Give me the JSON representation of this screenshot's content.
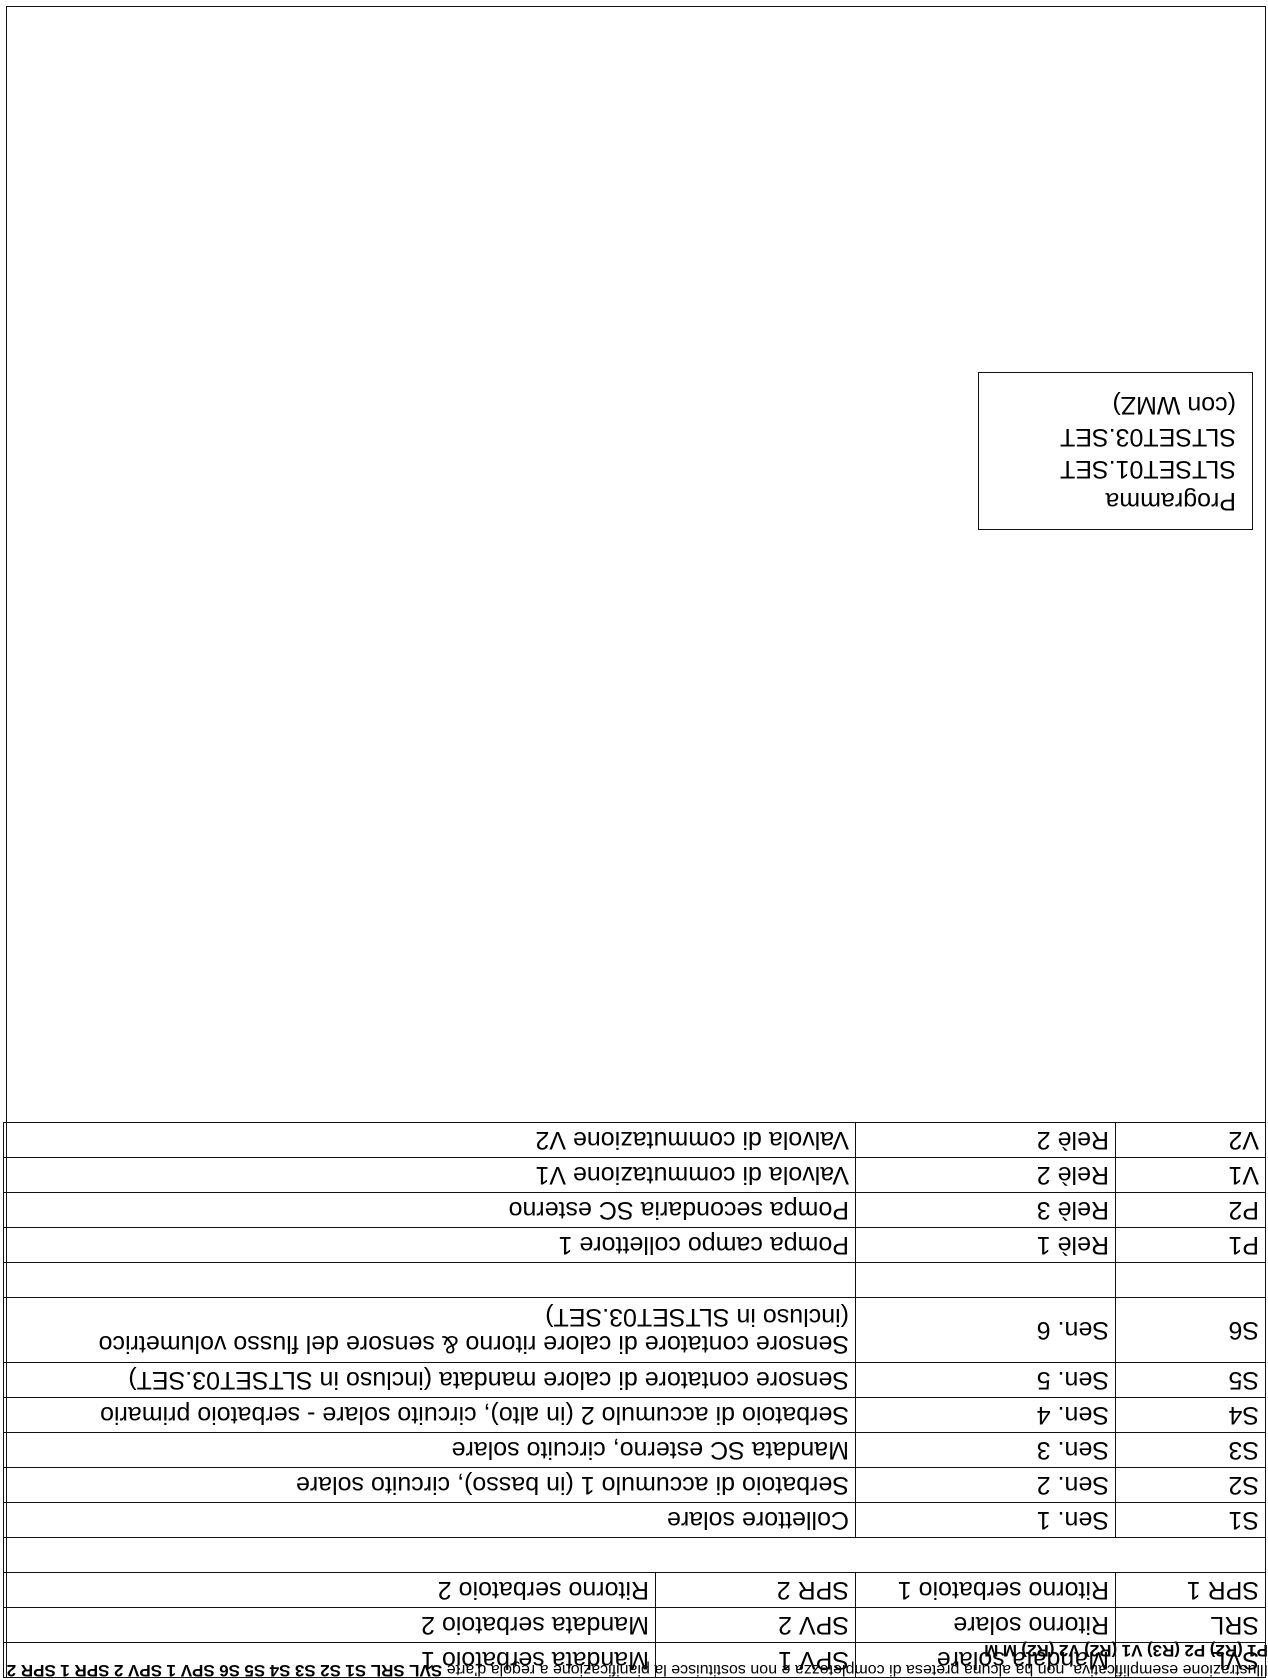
{
  "legend": {
    "header_rows": [
      {
        "code_a": "SVL",
        "desc_a": "Mandata solare",
        "code_b": "SPV 1",
        "desc_b": "Mandata serbatoio 1"
      },
      {
        "code_a": "SRL",
        "desc_a": "Ritorno solare",
        "code_b": "SPV 2",
        "desc_b": "Mandata serbatoio 2"
      },
      {
        "code_a": "SPR 1",
        "desc_a": "Ritorno serbatoio 1",
        "code_b": "SPR 2",
        "desc_b": "Ritorno serbatoio 2"
      }
    ],
    "sensor_rows": [
      {
        "code": "S1",
        "conn": "Sen. 1",
        "desc": "Collettore solare"
      },
      {
        "code": "S2",
        "conn": "Sen. 2",
        "desc": "Serbatoio di accumulo 1 (in basso), circuito solare"
      },
      {
        "code": "S3",
        "conn": "Sen. 3",
        "desc": "Mandata SC esterno, circuito solare"
      },
      {
        "code": "S4",
        "conn": "Sen. 4",
        "desc": "Serbatoio di accumulo 2 (in alto), circuito solare - serbatoio primario"
      },
      {
        "code": "S5",
        "conn": "Sen. 5",
        "desc": "Sensore contatore di calore mandata (incluso in SLTSET03.SET)"
      },
      {
        "code": "S6",
        "conn": "Sen. 6",
        "desc": "Sensore contatore di calore ritorno & sensore del flusso volumetrico (incluso in SLTSET03.SET)"
      }
    ],
    "output_rows": [
      {
        "code": "P1",
        "conn": "Relè 1",
        "desc": "Pompa campo collettore 1"
      },
      {
        "code": "P2",
        "conn": "Relè 3",
        "desc": "Pompa secondaria SC esterno"
      },
      {
        "code": "V1",
        "conn": "Relè 2",
        "desc": "Valvola di commutazione V1"
      },
      {
        "code": "V2",
        "conn": "Relè 2",
        "desc": "Valvola di commutazione V2"
      }
    ]
  },
  "note": "Illustrazione esemplificativa, non ha alcuna pretesa di completezza e non sostituisce la pianificazione a regola d'arte",
  "programma": {
    "title": "Programma",
    "line1": "SLTSET01.SET",
    "line2": "SLTSET03.SET",
    "line3": "(con WMZ)"
  },
  "diagram_labels": {
    "svl": "SVL",
    "srl": "SRL",
    "s1": "S1",
    "s2": "S2",
    "s3": "S3",
    "s4": "S4",
    "s5": "S5",
    "s6": "S6",
    "spv1": "SPV 1",
    "spv2": "SPV 2",
    "spr1": "SPR 1",
    "spr2": "SPR 2",
    "p1": "P1",
    "p1_relay": "(R2)",
    "p2": "P2",
    "p2_relay": "(R3)",
    "v1": "V1",
    "v1_relay": "(R2)",
    "v2": "V2",
    "v2_relay": "(R2)",
    "motor": "M"
  },
  "colors": {
    "flow_hot": "#e8262a",
    "flow_cold": "#1f5fd8",
    "line": "#111111",
    "dashed_box": "#888888"
  }
}
